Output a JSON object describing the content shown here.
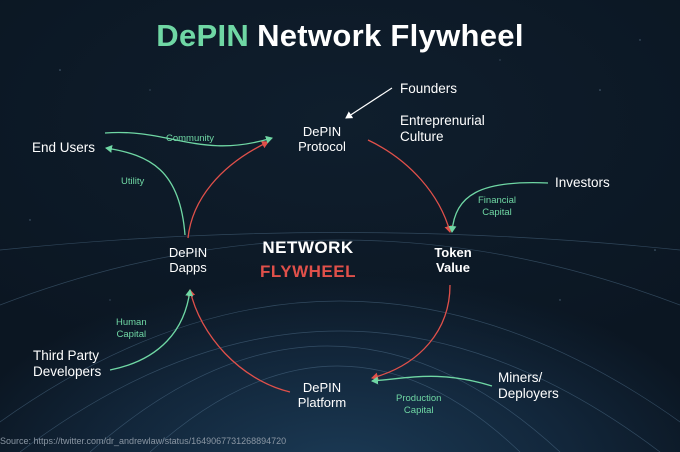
{
  "title": {
    "accent": "DePIN",
    "rest": "Network Flywheel"
  },
  "center": {
    "line1": "NETWORK",
    "line2": "FLYWHEEL"
  },
  "nodes": {
    "protocol": {
      "line1": "DePIN",
      "line2": "Protocol"
    },
    "token": {
      "line1": "Token",
      "line2": "Value"
    },
    "platform": {
      "line1": "DePIN",
      "line2": "Platform"
    },
    "dapps": {
      "line1": "DePIN",
      "line2": "Dapps"
    }
  },
  "external": {
    "founders": "Founders",
    "culture": {
      "line1": "Entreprenurial",
      "line2": "Culture"
    },
    "investors": "Investors",
    "miners": {
      "line1": "Miners/",
      "line2": "Deployers"
    },
    "developers": {
      "line1": "Third Party",
      "line2": "Developers"
    },
    "end_users": "End Users"
  },
  "flows": {
    "community": "Community",
    "utility": "Utility",
    "financial_capital": {
      "line1": "Financial",
      "line2": "Capital"
    },
    "production_capital": {
      "line1": "Production",
      "line2": "Capital"
    },
    "human_capital": {
      "line1": "Human",
      "line2": "Capital"
    }
  },
  "source": "Source: https://twitter.com/dr_andrewlaw/status/1649067731268894720",
  "colors": {
    "accent_green": "#6fd7a4",
    "arrow_red": "#e0504a",
    "text_white": "#ffffff",
    "background": "#0b1622"
  }
}
